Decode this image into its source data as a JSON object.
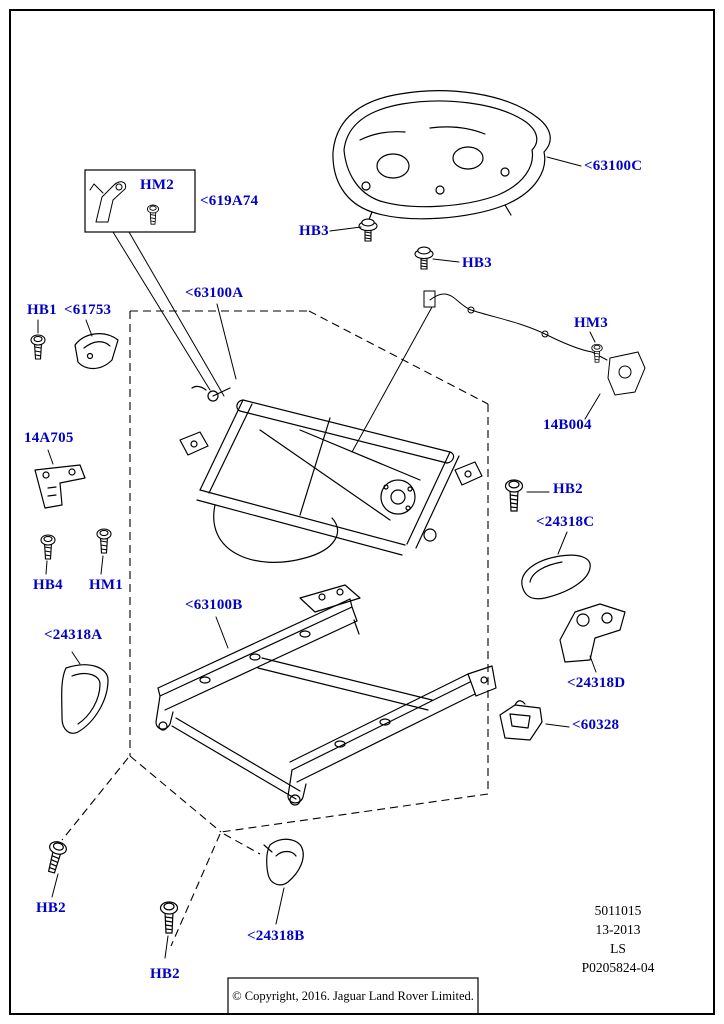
{
  "title": "Front seat tracks exploded parts diagram",
  "colors": {
    "label_blue": "#0000C8",
    "line_black": "#000000",
    "background": "#FFFFFF"
  },
  "labels": {
    "hm2": "HM2",
    "p619a74": "<619A74",
    "p63100c": "<63100C",
    "hb3_left": "HB3",
    "hb3_right": "HB3",
    "p63100a": "<63100A",
    "hb1": "HB1",
    "p61753": "<61753",
    "hm3": "HM3",
    "p14b004": "14B004",
    "p14a705": "14A705",
    "hb2_right": "HB2",
    "p24318c": "<24318C",
    "hb4": "HB4",
    "hm1": "HM1",
    "p24318a": "<24318A",
    "p63100b": "<63100B",
    "p24318d": "<24318D",
    "p60328": "<60328",
    "hb2_bottom_left": "HB2",
    "p24318b": "<24318B",
    "hb2_bottom_center": "HB2"
  },
  "doc": {
    "number": "5011015",
    "date_code": "13-2013",
    "model_code": "LS",
    "drawing_ref": "P0205824-04",
    "copyright": "© Copyright, 2016. Jaguar Land Rover Limited."
  }
}
